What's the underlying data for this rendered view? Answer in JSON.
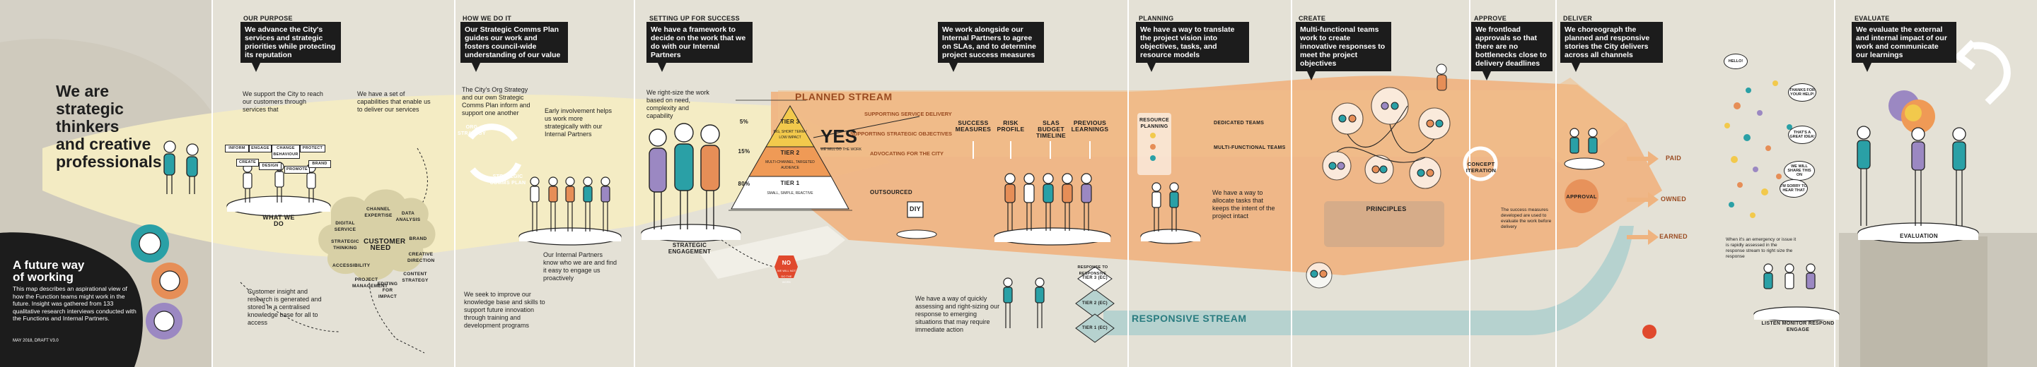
{
  "hero": {
    "line1": "We are",
    "line2": "strategic",
    "line3": "thinkers",
    "line4": "and creative",
    "line5": "professionals"
  },
  "intro": {
    "title_line1": "A future way",
    "title_line2": "of working",
    "body": "This map describes an aspirational view of how the Function teams might work in the future. Insight was gathered from 133 qualitative research interviews conducted with the Functions and Internal Partners.",
    "date": "MAY 2018, DRAFT V3.0"
  },
  "colors": {
    "background": "#e4e1d6",
    "stream_orange": "#efb37f",
    "stream_cream": "#f4ecc3",
    "responsive_teal": "#b6d2cf",
    "teal": "#2aa0a6",
    "orange": "#e68e57",
    "purple": "#9b88c2",
    "yellow": "#f2c94c",
    "red": "#e0492d",
    "dark": "#1c1c1c"
  },
  "sections": [
    {
      "label": "OUR PURPOSE",
      "callout": "We advance the City's services and strategic priorities while protecting its reputation"
    },
    {
      "label": "HOW WE DO IT",
      "callout": "Our Strategic Comms Plan guides our work and fosters council-wide understanding of our value"
    },
    {
      "label": "SETTING UP FOR SUCCESS",
      "callout": "We have a framework to decide on the work that we do with our Internal Partners"
    },
    {
      "label": "",
      "callout": "We work alongside our Internal Partners to agree on SLAs, and to determine project success measures"
    },
    {
      "label": "PLANNING",
      "callout": "We have a way to translate the project vision into objectives, tasks, and resource models"
    },
    {
      "label": "CREATE",
      "callout": "Multi-functional teams work to create innovative responses to meet the project objectives"
    },
    {
      "label": "APPROVE",
      "callout": "We frontload approvals so that there are no bottlenecks close to delivery deadlines"
    },
    {
      "label": "DELIVER",
      "callout": "We choreograph the planned and responsive stories the City delivers across all channels"
    },
    {
      "label": "EVALUATE",
      "callout": "We evaluate the external and internal impact of our work and communicate our learnings"
    }
  ],
  "notes": {
    "support_city": "We support the City to reach our customers through services that",
    "capabilities": "We have a set of capabilities that enable us to deliver our services",
    "what_we_do": "WHAT WE DO",
    "insight": "Customer insight and research is generated and stored in a centralised knowledge base for all to access",
    "strategy": "The City's Org Strategy and our own Strategic Comms Plan inform and support one another",
    "org_strategy": "ORG STRATEGY",
    "comms_plan": "STRATEGIC COMMS PLAN",
    "early": "Early involvement helps us work more strategically with our Internal Partners",
    "partners": "Our Internal Partners know who we are and find it easy to engage us proactively",
    "knowledge": "We seek to improve our knowledge base and skills to support future innovation through training and development programs",
    "right_size": "We right-size the work based on need, complexity and capability",
    "strategic_engagement": "STRATEGIC ENGAGEMENT",
    "quickly": "We have a way of quickly assessing and right-sizing our response to emerging situations that may require immediate action",
    "allocate": "We have a way to allocate tasks that keeps the intent of the project intact",
    "principles": "PRINCIPLES",
    "concept_iteration": "CONCEPT ITERATION",
    "approval": "APPROVAL",
    "success_measures_note": "The success measures developed are used to evaluate the work before delivery",
    "listen": "LISTEN MONITOR RESPOND ENGAGE",
    "evaluation": "EVALUATION",
    "emergency": "When it's an emergency or issue it is rapidly assessed in the response stream to right size the response"
  },
  "capabilities_cloud": [
    "CHANNEL EXPERTISE",
    "DATA ANALYSIS",
    "DIGITAL SERVICE",
    "STRATEGIC THINKING",
    "CUSTOMER NEED",
    "BRAND",
    "ACCESSIBILITY",
    "CREATIVE DIRECTION",
    "PROJECT MANAGEMENT",
    "CONTENT STRATEGY",
    "EDITING FOR IMPACT"
  ],
  "what_we_do_signs": [
    "INFORM",
    "ENGAGE",
    "CHANGE BEHAVIOUR",
    "PROTECT",
    "CREATE",
    "DESIGN",
    "PROMOTE",
    "BRAND"
  ],
  "pyramid": {
    "tiers": [
      {
        "name": "TIER 3",
        "sub": "BIG, SHORT TERM / LOW IMPACT"
      },
      {
        "name": "TIER 2",
        "sub": "MULTI-CHANNEL, TARGETED AUDIENCE"
      },
      {
        "name": "TIER 1",
        "sub": "SMALL, SIMPLE, REACTIVE"
      }
    ],
    "side_labels": [
      "5%",
      "15%",
      "80%"
    ],
    "yes": "YES",
    "yes_sub": "WE WILL DO THE WORK",
    "no": "NO",
    "no_sub": "WE WILL NOT DO THE WORK",
    "outsourced": "OUTSOURCED",
    "diy": "DIY"
  },
  "planned_stream": {
    "label": "PLANNED STREAM",
    "objectives": [
      "SUPPORTING SERVICE DELIVERY",
      "SUPPORTING STRATEGIC OBJECTIVES",
      "ADVOCATING FOR THE CITY"
    ],
    "pillars": [
      "SUCCESS MEASURES",
      "RISK PROFILE",
      "SLAs BUDGET TIMELINE",
      "PREVIOUS LEARNINGS"
    ],
    "resource_planning": "RESOURCE PLANNING",
    "teams": [
      "DEDICATED TEAMS",
      "MULTI-FUNCTIONAL TEAMS"
    ]
  },
  "responsive_stream": {
    "label": "RESPONSIVE STREAM",
    "heading": "RESPONSE TO RESPONSIVE",
    "tiers": [
      "TIER 3 (EC)",
      "TIER 2 (EC)",
      "TIER 1 (EC)"
    ]
  },
  "channels": [
    "PAID",
    "OWNED",
    "EARNED"
  ],
  "reactions": [
    "HELLO!",
    "THANKS FOR YOUR HELP!",
    "THAT'S A GREAT IDEA!",
    "WE WILL SHARE THIS ON",
    "I'M SORRY TO HEAR THAT"
  ]
}
